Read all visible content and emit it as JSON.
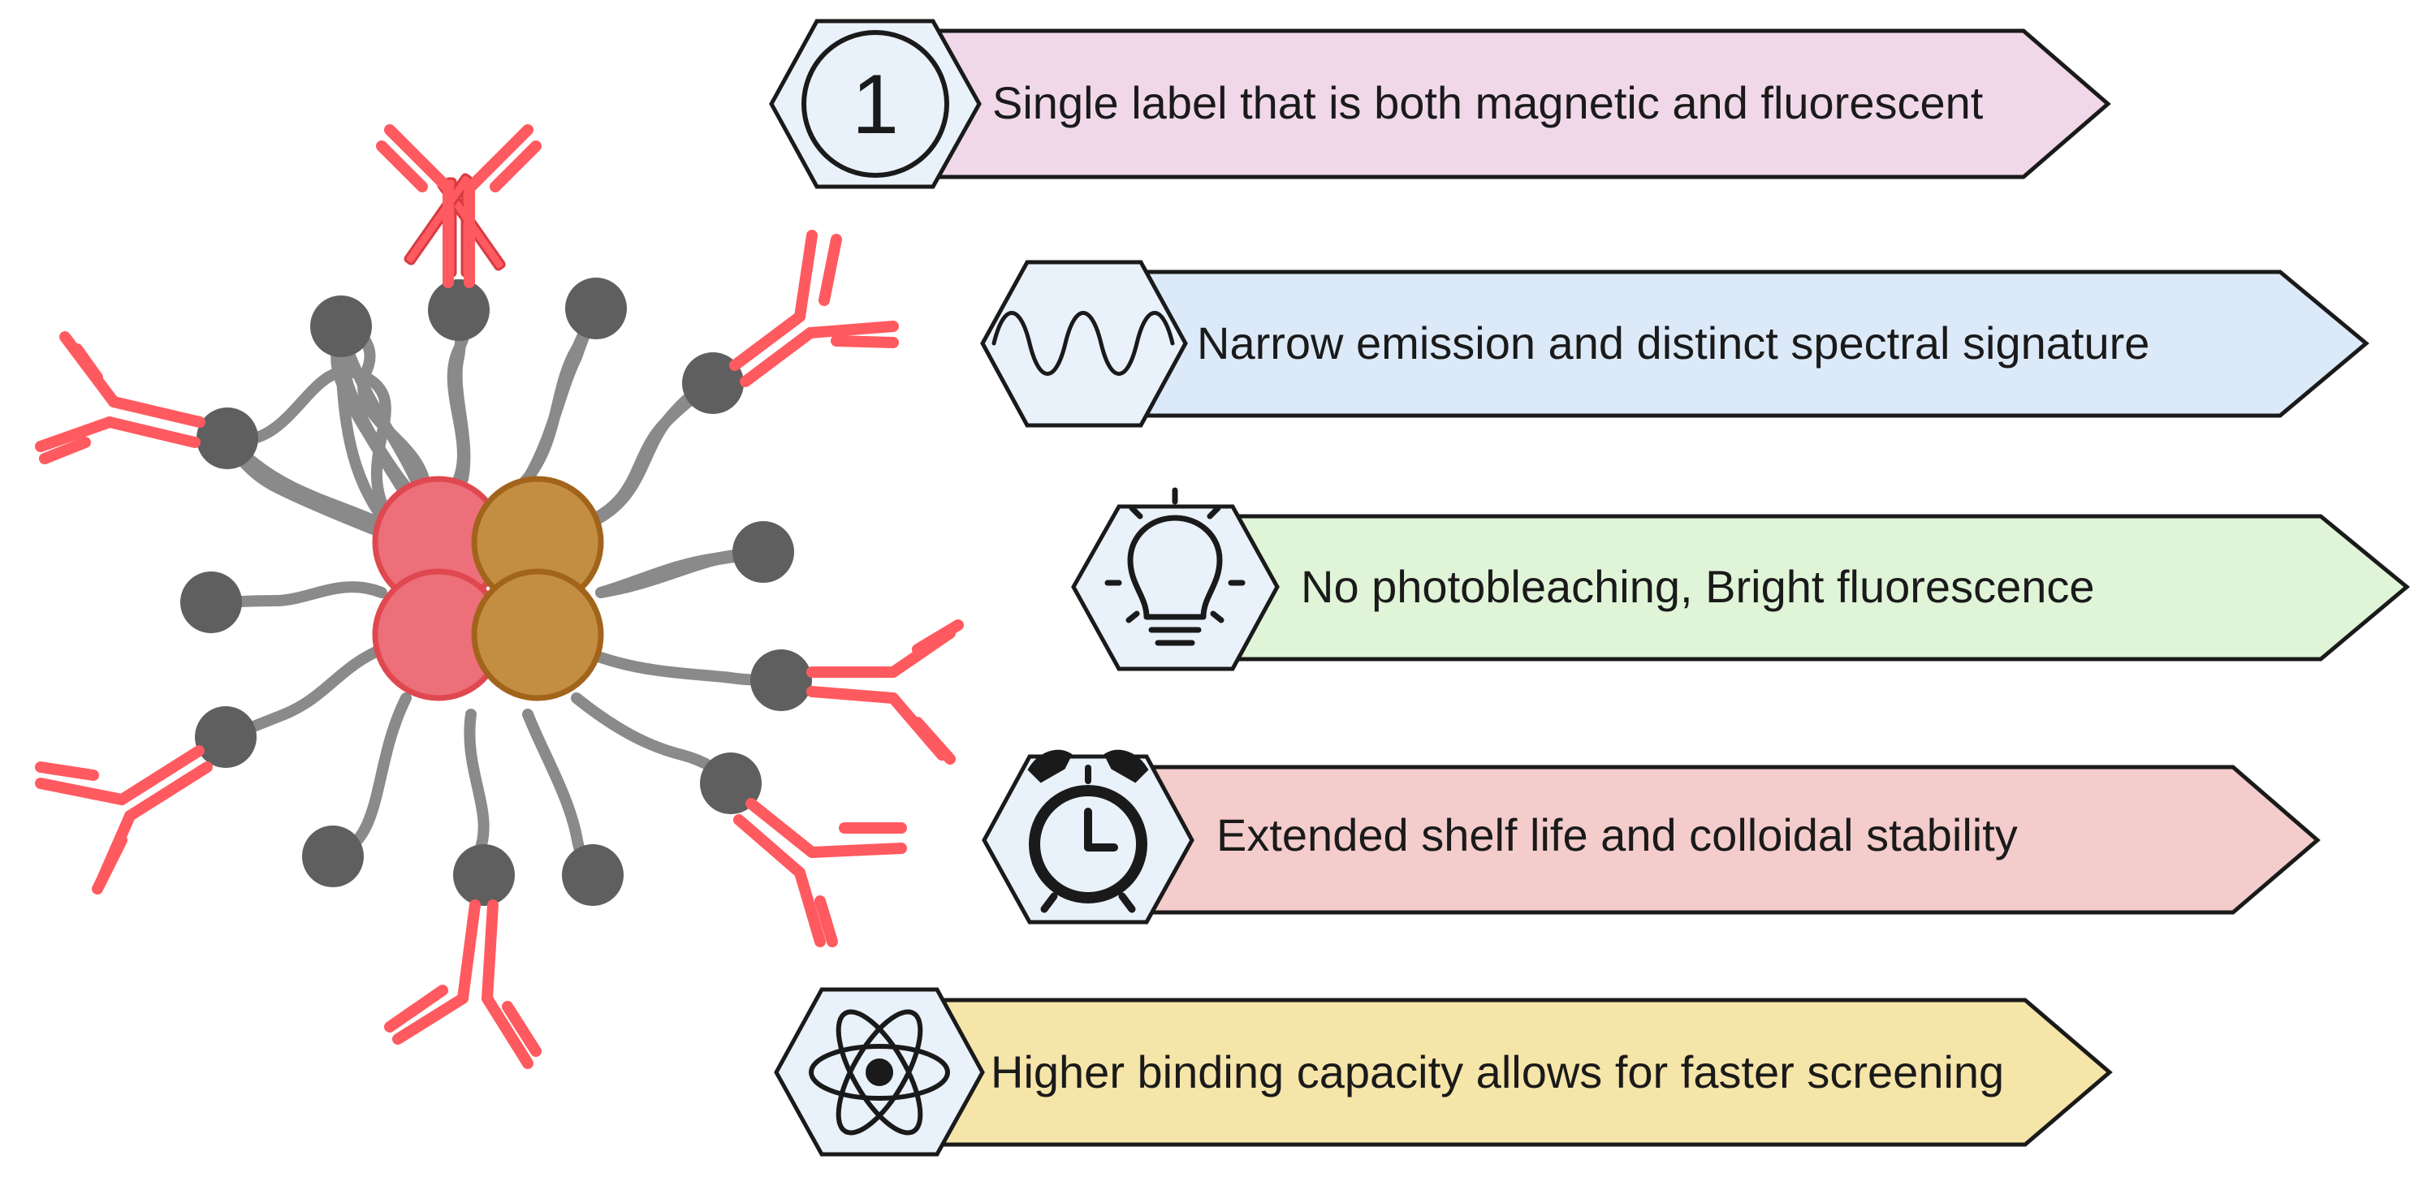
{
  "features": [
    {
      "icon": "number-one-icon",
      "number": "1",
      "text": "Single label that is both magnetic and fluorescent",
      "fill": "#f0d8e8"
    },
    {
      "icon": "sine-wave-icon",
      "text": "Narrow emission and distinct spectral signature",
      "fill": "#dce9f8"
    },
    {
      "icon": "lightbulb-icon",
      "text": "No photobleaching, Bright fluorescence",
      "fill": "#e0f4d8"
    },
    {
      "icon": "alarm-clock-icon",
      "text": "Extended shelf life and colloidal stability",
      "fill": "#f4cccc"
    },
    {
      "icon": "atom-icon",
      "text": "Higher binding capacity allows for faster screening",
      "fill": "#f5e5a8"
    }
  ],
  "colors": {
    "hexagon_fill": "#e9f1fb",
    "outline": "#1a1a1a",
    "core_red": "#ec6f7a",
    "core_red_stroke": "#e0484f",
    "core_gold": "#c48e42",
    "core_gold_stroke": "#a2641a",
    "ligand_head": "#5f5f5f",
    "ligand_stem": "#8a8a8a",
    "antibody": "#ff5a5f",
    "antibody_stroke": "#d93a40"
  }
}
